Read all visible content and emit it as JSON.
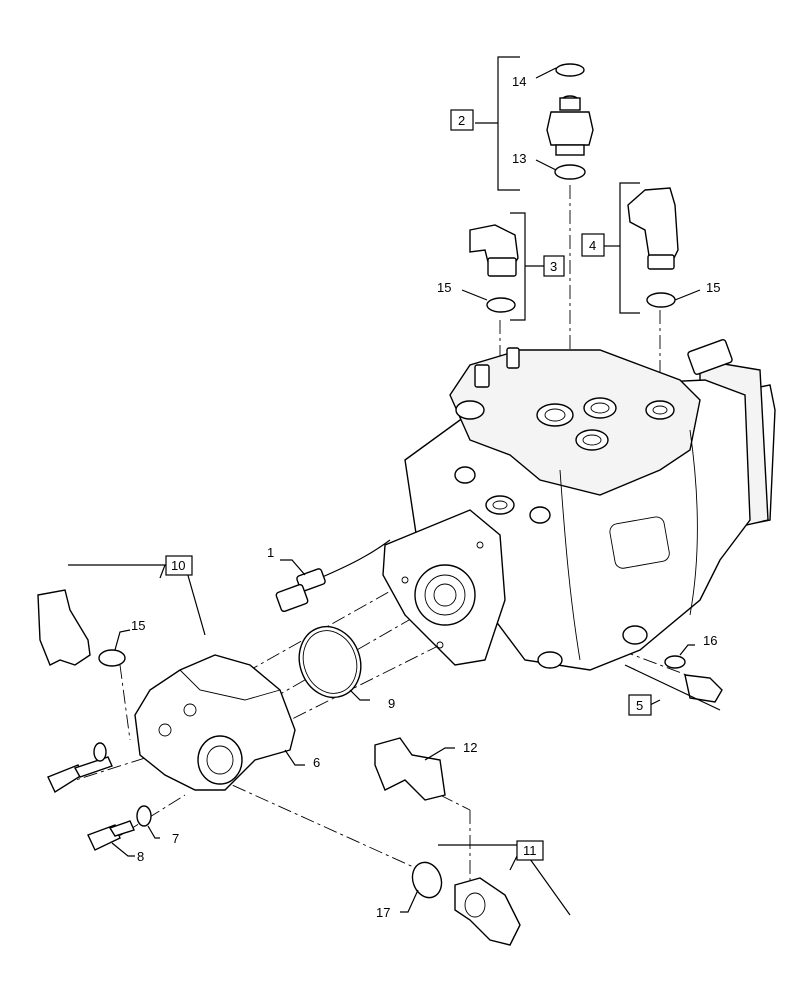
{
  "callouts": {
    "c1": "1",
    "c2": "2",
    "c3": "3",
    "c4": "4",
    "c5": "5",
    "c6": "6",
    "c7": "7",
    "c8": "8",
    "c9": "9",
    "c10": "10",
    "c11": "11",
    "c12": "12",
    "c13": "13",
    "c14": "14",
    "c15a": "15",
    "c15b": "15",
    "c15c": "15",
    "c16": "16",
    "c17": "17"
  }
}
